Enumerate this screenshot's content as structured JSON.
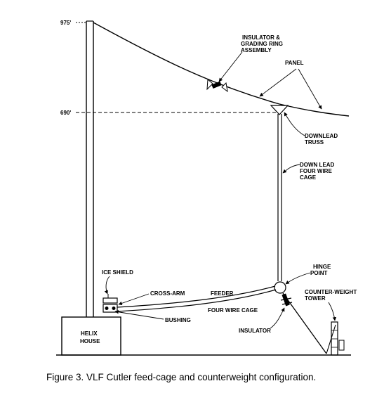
{
  "diagram": {
    "height_labels": {
      "top": "975'",
      "mid": "690'"
    },
    "labels": {
      "insulator_assembly": [
        "INSULATOR &",
        "GRADING RING",
        "ASSEMBLY"
      ],
      "panel": "PANEL",
      "downlead_truss": [
        "DOWNLEAD",
        "TRUSS"
      ],
      "down_lead": [
        "DOWN LEAD",
        "FOUR WIRE",
        "CAGE"
      ],
      "hinge_point": [
        "HINGE",
        "POINT"
      ],
      "counterweight_tower": [
        "COUNTER-WEIGHT",
        "TOWER"
      ],
      "ice_shield": "ICE SHIELD",
      "cross_arm": "CROSS-ARM",
      "feeder": "FEEDER",
      "four_wire_cage": "FOUR WIRE CAGE",
      "bushing": "BUSHING",
      "insulator": "INSULATOR",
      "helix_house": [
        "HELIX",
        "HOUSE"
      ]
    }
  },
  "caption": "Figure 3.  VLF Cutler feed-cage and counterweight configuration.",
  "colors": {
    "ink": "#000000",
    "background": "#ffffff"
  }
}
